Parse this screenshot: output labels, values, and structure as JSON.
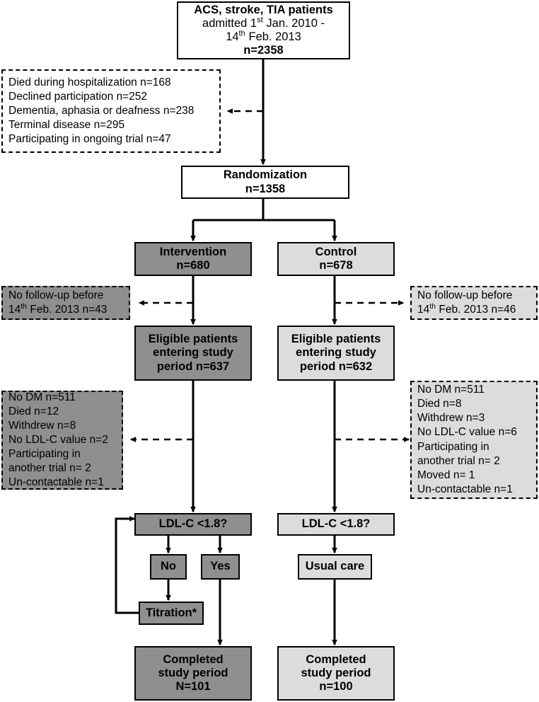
{
  "diagram": {
    "title": "CONSORT participant flow diagram",
    "colors": {
      "dark_gray": "#8f8f8f",
      "light_gray": "#dcdcdc",
      "white": "#ffffff",
      "line": "#000000"
    }
  },
  "nodes": {
    "enrollment": {
      "line1": "ACS, stroke, TIA patients",
      "line2_pre": "admitted 1",
      "line2_sup": "st",
      "line2_post": " Jan. 2010 -",
      "line3_pre": "14",
      "line3_sup": "th",
      "line3_post": " Feb. 2013",
      "line4": "n=2358"
    },
    "exclusions_initial": {
      "items": [
        "Died during hospitalization n=168",
        "Declined participation n=252",
        "Dementia, aphasia or deafness n=238",
        "Terminal disease n=295",
        "Participating in ongoing trial n=47"
      ]
    },
    "randomization": {
      "line1": "Randomization",
      "line2": "n=1358"
    },
    "intervention": {
      "line1": "Intervention",
      "line2": "n=680"
    },
    "control": {
      "line1": "Control",
      "line2": "n=678"
    },
    "nofollow_left": {
      "line1": "No follow-up before",
      "line2_pre": "14",
      "line2_sup": "th",
      "line2_post": " Feb. 2013 n=43"
    },
    "nofollow_right": {
      "line1": "No follow-up before",
      "line2_pre": "14",
      "line2_sup": "th",
      "line2_post": " Feb. 2013 n=46"
    },
    "eligible_left": {
      "line1": "Eligible patients",
      "line2": "entering study",
      "line3": "period n=637"
    },
    "eligible_right": {
      "line1": "Eligible patients",
      "line2": "entering study",
      "line3": "period n=632"
    },
    "exclusions_left": {
      "items": [
        "No DM n=511",
        "Died n=12",
        "Withdrew n=8",
        "No LDL-C value n=2",
        "Participating in",
        "another trial n= 2",
        "Un-contactable n=1"
      ]
    },
    "exclusions_right": {
      "items": [
        "No DM  n=511",
        "Died n=8",
        "Withdrew n=3",
        "No LDL-C value n=6",
        "Participating in",
        "another trial n= 2",
        "Moved n= 1",
        "Un-contactable n=1"
      ]
    },
    "ldl_left": {
      "label": "LDL-C <1.8?"
    },
    "ldl_right": {
      "label": "LDL-C <1.8?"
    },
    "answer_no": {
      "label": "No"
    },
    "answer_yes": {
      "label": "Yes"
    },
    "titration": {
      "label": "Titration*"
    },
    "usual_care": {
      "label": "Usual care"
    },
    "completed_left": {
      "line1": "Completed",
      "line2": "study period",
      "line3": "N=101"
    },
    "completed_right": {
      "line1": "Completed",
      "line2": "study period",
      "line3": "n=100"
    }
  }
}
